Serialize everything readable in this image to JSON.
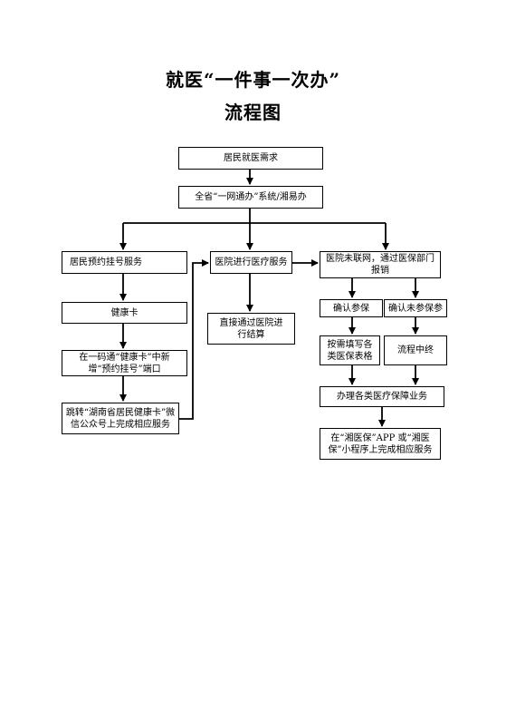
{
  "title": {
    "line1": "就医“一件事一次办”",
    "line2": "流程图"
  },
  "nodes": {
    "demand": "居民就医需求",
    "platform": "全省“一网通办”系统/湘易办",
    "booking": "居民预约挂号服务",
    "health_card": "健康卡",
    "add_portal": "在一码通“健康卡”中新增“预约挂号”端口",
    "wechat": "跳转“湖南省居民健康卡”微信公众号上完成相应服务",
    "hospital_treat": "医院进行医疗服务",
    "direct_settle": "直接通过医院进行结算",
    "not_connected": "医院未联网，通过医保部门报销",
    "insured": "确认参保",
    "not_insured": "确认未参保参",
    "fill_forms": "按需填写各类医保表格",
    "terminate": "流程中终",
    "handle": "办理各类医疗保障业务",
    "app": "在“湘医保”APP 或“湘医保”小程序上完成相应服务"
  }
}
